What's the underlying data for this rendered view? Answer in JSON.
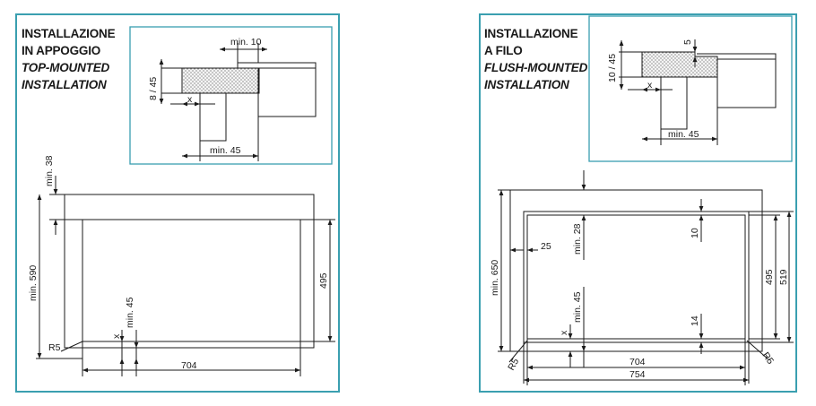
{
  "panels": [
    {
      "id": "top-mounted",
      "title_line1": "INSTALLAZIONE",
      "title_line2": "IN APPOGGIO",
      "subtitle_line1": "TOP-MOUNTED",
      "subtitle_line2": "INSTALLATION",
      "detail_labels": {
        "min10": "min. 10",
        "thickness": "8 / 45",
        "x": "x",
        "min45": "min. 45"
      },
      "plan_labels": {
        "min38": "min. 38",
        "min590": "min. 590",
        "h495": "495",
        "x": "x",
        "min45": "min. 45",
        "r5": "R5",
        "w704": "704"
      }
    },
    {
      "id": "flush-mounted",
      "title_line1": "INSTALLAZIONE",
      "title_line2": "A FILO",
      "subtitle_line1": "FLUSH-MOUNTED",
      "subtitle_line2": "INSTALLATION",
      "detail_labels": {
        "d5": "5",
        "thickness": "10 / 45",
        "x": "x",
        "min45": "min. 45"
      },
      "plan_labels": {
        "min650": "min. 650",
        "d25": "25",
        "min28": "min. 28",
        "d10": "10",
        "h495": "495",
        "h519": "519",
        "min45": "min. 45",
        "d14": "14",
        "x": "x",
        "r5_left": "R5",
        "r5_right": "R5",
        "w704": "704",
        "w754": "754"
      }
    }
  ],
  "colors": {
    "frame": "#3a9fb0",
    "line": "#1a1a1a"
  }
}
